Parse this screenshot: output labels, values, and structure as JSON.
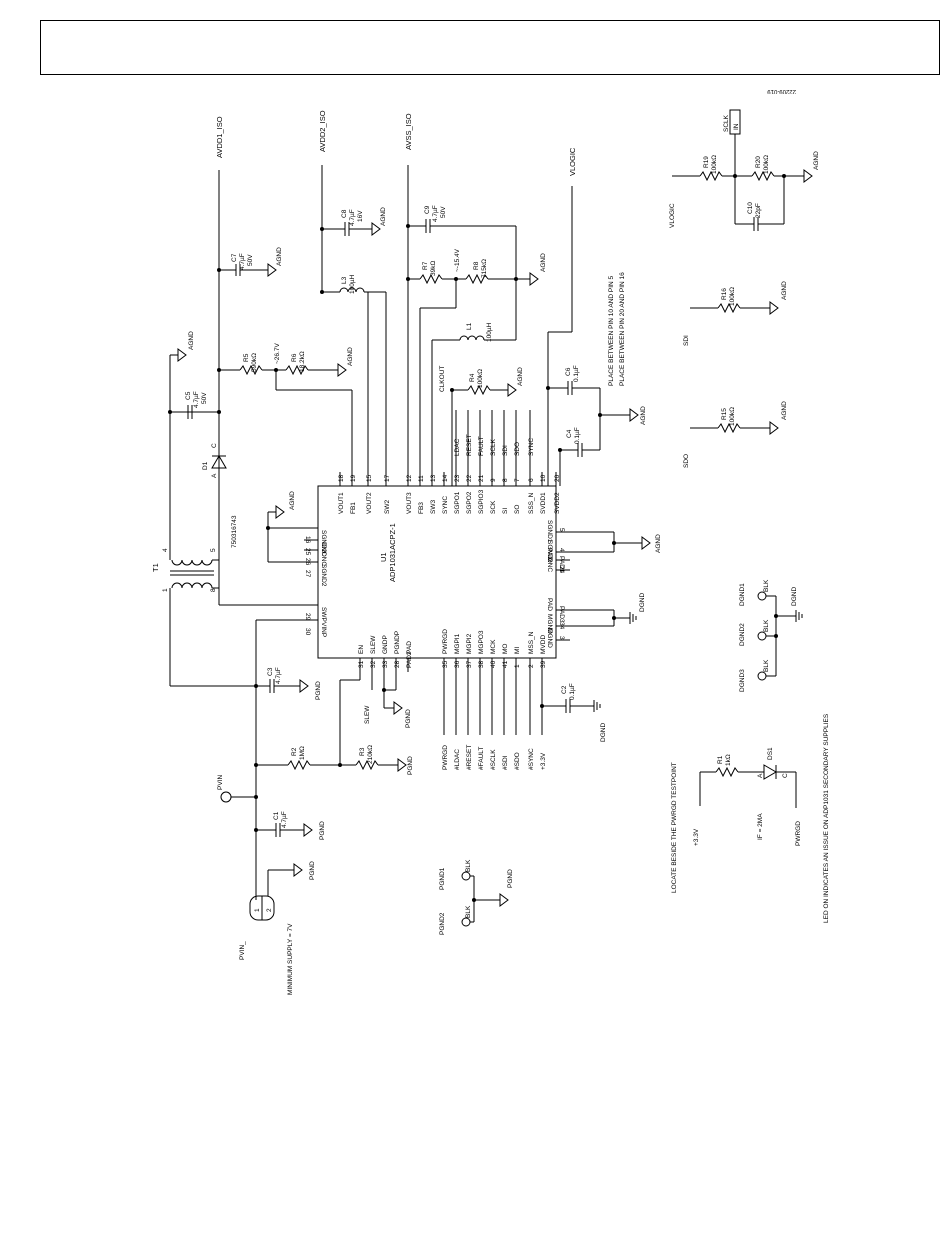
{
  "header": {
    "title": ""
  },
  "figure_code": "22209-019",
  "labels": {
    "avdd1": "AVDD1_ISO",
    "avdd2": "AVDD2_ISO",
    "avss": "AVSS_ISO",
    "vlogic": "VLOGIC",
    "agnd": "AGND",
    "pgnd": "PGND",
    "dgnd": "DGND",
    "c7": "C7",
    "c7v": "4.7µF",
    "c7r": "50V",
    "c8": "C8",
    "c8v": "4.7µF",
    "c8r": "16V",
    "c9": "C9",
    "c9v": "4.7µF",
    "c9r": "50V",
    "c5": "C5",
    "c5v": "4.7µF",
    "c5r": "50V",
    "c6": "C6",
    "c6v": "0.1µF",
    "c4": "C4",
    "c4v": "0.1µF",
    "c3": "C3",
    "c3v": "4.7µF",
    "c2": "C2",
    "c2v": "0.1µF",
    "c1": "C1",
    "c1v": "4.7µF",
    "c10": "C10",
    "c10v": "22pF",
    "r5": "R5",
    "r5v": "590kΩ",
    "r6": "R6",
    "r6v": "18.2kΩ",
    "r7": "R7",
    "r7v": "39kΩ",
    "r8": "R8",
    "r8v": "715kΩ",
    "r4": "R4",
    "r4v": "100kΩ",
    "r2": "R2",
    "r2v": "1MΩ",
    "r3": "R3",
    "r3v": "210kΩ",
    "r1": "R1",
    "r1v": "1kΩ",
    "r15": "R15",
    "r15v": "100kΩ",
    "r16": "R16",
    "r16v": "100kΩ",
    "r19": "R19",
    "r19v": "100kΩ",
    "r20": "R20",
    "r20v": "100kΩ",
    "l1": "L1",
    "l1v": "100µH",
    "l3": "L3",
    "l3v": "100µH",
    "v267": "~26.7V",
    "v154": "~-15.4V",
    "d1": "D1",
    "d1a": "A",
    "d1c": "C",
    "t1": "T1",
    "t1part": "750316743",
    "t1p1": "1",
    "t1p4": "4",
    "t1p5": "5",
    "t1p8": "8",
    "u1": "U1",
    "u1part": "ADP1031ACPZ-1",
    "clkout": "CLKOUT",
    "place1": "PLACE BETWEEN PIN 10 AND PIN 5",
    "place2": "PLACE BETWEEN PIN 20 AND PIN 16",
    "sclk": "SCLK",
    "sdi": "SDI",
    "sdo": "SDO",
    "pvin": "PVIN",
    "pvin_conn": "PVIN_",
    "minsupply": "MINIMUM SUPPLY = 7V",
    "slew": "SLEW",
    "pgnd1": "PGND1",
    "pgnd2": "PGND2",
    "blk": "BLK",
    "dgnd1": "DGND1",
    "dgnd2": "DGND2",
    "dgnd3": "DGND3",
    "ds1": "DS1",
    "ds1a": "A",
    "ds1c": "C",
    "plus33": "+3.3V",
    "if": "IF = 2MA",
    "pwrgd": "PWRGD",
    "locate": "LOCATE BESIDE THE PWRGD TESTPOINT",
    "led_note": "LED ON INDICATES AN ISSUE ON ADP1031 SECONDARY SUPPLIES",
    "conn_p1": "1",
    "conn_p2": "2",
    "one": "1",
    "in": "IN"
  },
  "pins_top": [
    {
      "num": "18",
      "name": "VOUT1"
    },
    {
      "num": "19",
      "name": "FB1"
    },
    {
      "num": "15",
      "name": "VOUT2"
    },
    {
      "num": "17",
      "name": "SW2"
    },
    {
      "num": "12",
      "name": "VOUT3"
    },
    {
      "num": "11",
      "name": "FB3"
    },
    {
      "num": "13",
      "name": "SW3"
    },
    {
      "num": "14",
      "name": "SYNC"
    },
    {
      "num": "23",
      "name": "SGPO1"
    },
    {
      "num": "22",
      "name": "SGPO2"
    },
    {
      "num": "21",
      "name": "SGPIO3"
    },
    {
      "num": "9",
      "name": "SCK"
    },
    {
      "num": "8",
      "name": "SI"
    },
    {
      "num": "7",
      "name": "SO"
    },
    {
      "num": "6",
      "name": "SSS_N"
    },
    {
      "num": "10",
      "name": "SVDD1"
    },
    {
      "num": "20",
      "name": "SVDD2"
    }
  ],
  "sig_top": [
    "LDAC",
    "RESET",
    "FAULT",
    "SCLK",
    "SDI",
    "SDO",
    "SYNC"
  ],
  "pins_bottom": [
    {
      "num": "31",
      "name": "EN"
    },
    {
      "num": "32",
      "name": "SLEW"
    },
    {
      "num": "33",
      "name": "GNDP"
    },
    {
      "num": "28",
      "name": "PGNDP"
    },
    {
      "num": "PAD2",
      "name": "PAD"
    },
    {
      "num": "35",
      "name": "PWRGD"
    },
    {
      "num": "36",
      "name": "MGPI1"
    },
    {
      "num": "37",
      "name": "MGPI2"
    },
    {
      "num": "38",
      "name": "MGPO3"
    },
    {
      "num": "40",
      "name": "MCK"
    },
    {
      "num": "41",
      "name": "MO"
    },
    {
      "num": "1",
      "name": "MI"
    },
    {
      "num": "2",
      "name": "MSS_N"
    },
    {
      "num": "39",
      "name": "MVDD"
    }
  ],
  "sig_bottom": [
    "PWRGD",
    "#LDAC",
    "#RESET",
    "#FAULT",
    "#SCLK",
    "#SDI",
    "#SDO",
    "#SYNC",
    "+3.3V"
  ],
  "pins_left": [
    {
      "num": "16",
      "name": "SGND2"
    },
    {
      "num": "25",
      "name": "DNC"
    },
    {
      "num": "26",
      "name": "DNC"
    },
    {
      "num": "27",
      "name": "SGND2"
    },
    {
      "num": "29",
      "name": "SWP"
    },
    {
      "num": "30",
      "name": "VINP"
    }
  ],
  "pins_right": [
    {
      "num": "5",
      "name": "SGND1"
    },
    {
      "num": "4",
      "name": "SGND2"
    },
    {
      "num": "PAD1",
      "name": "PAD"
    },
    {
      "num": "24",
      "name": "DNC"
    },
    {
      "num": "PAD3",
      "name": "PAD"
    },
    {
      "num": "34",
      "name": "MGND"
    },
    {
      "num": "3",
      "name": "MGND"
    }
  ]
}
